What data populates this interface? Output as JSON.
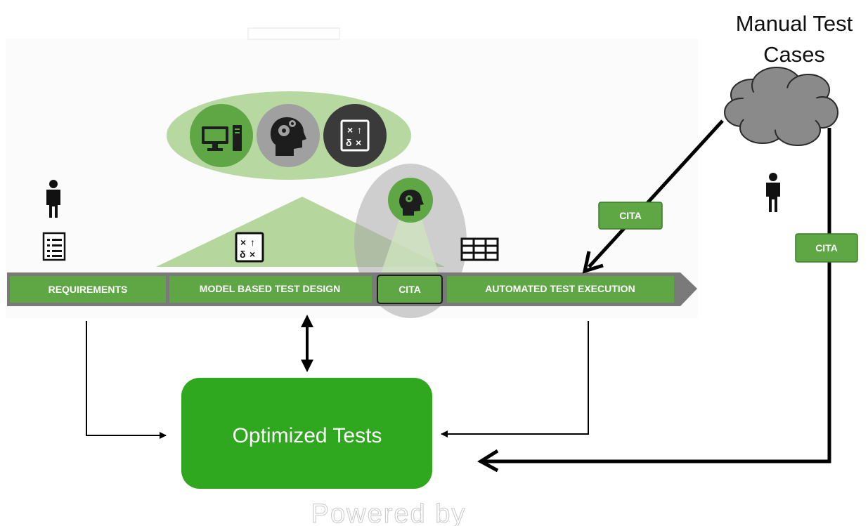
{
  "cloud": {
    "title_line1": "Manual Test",
    "title_line2": "Cases"
  },
  "pipeline": {
    "stages": [
      "REQUIREMENTS",
      "MODEL BASED TEST DESIGN",
      "CITA",
      "AUTOMATED TEST EXECUTION"
    ]
  },
  "badges": {
    "cita_left": "CITA",
    "cita_right": "CITA"
  },
  "output": {
    "label": "Optimized Tests"
  },
  "footer": {
    "watermark": "Powered by"
  },
  "colors": {
    "green_dark": "#3e9a2e",
    "green_bright": "#2fa81f",
    "green_light": "#cde3b8",
    "gray_bar": "#7a7a7a",
    "icon_dark": "#3a3a3a"
  },
  "icons": [
    "person-icon",
    "checklist-icon",
    "model-diagram-icon",
    "computer-icon",
    "brain-gears-icon",
    "grid-table-icon",
    "cloud-icon"
  ]
}
